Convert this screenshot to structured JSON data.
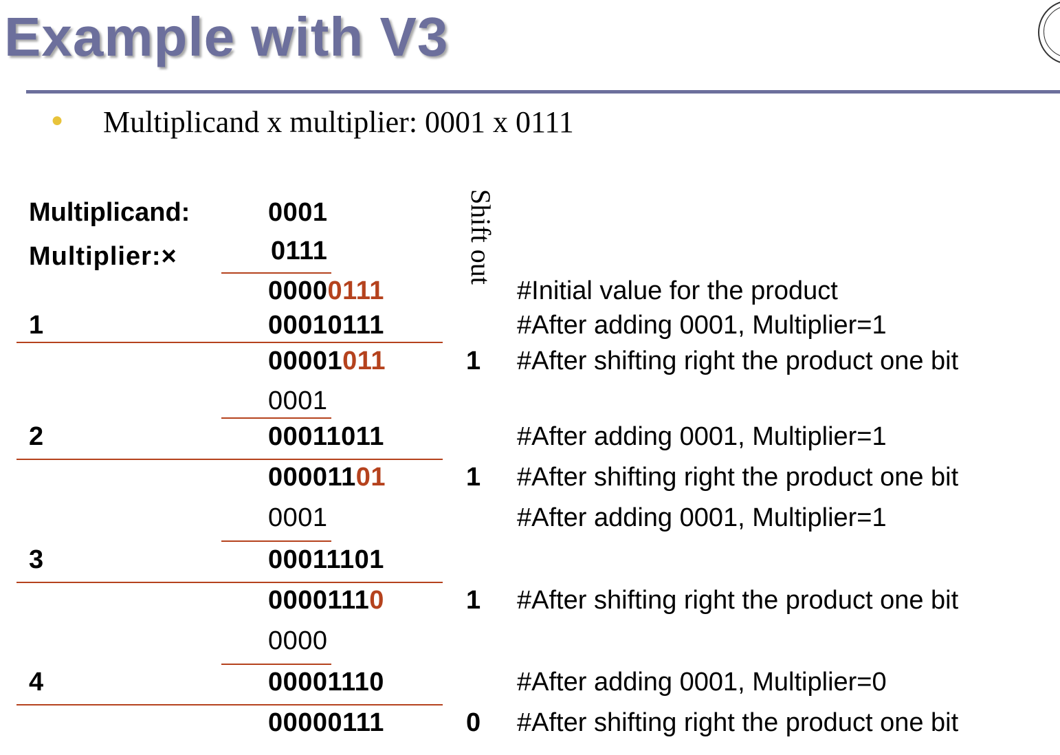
{
  "title": "Example with V3",
  "bullet": "Multiplicand x multiplier: 0001 x 0111",
  "multiplicand_label": "Multiplicand:",
  "multiplicand_value": "0001",
  "multiplier_label": "Multiplier:×",
  "multiplier_value": "0111",
  "shift_out_label": "Shift out",
  "rows": {
    "init": {
      "prefix": "0000",
      "highlight": "0111",
      "comment": "#Initial value for the product"
    },
    "s1_add": {
      "step": "1",
      "value": "00010111",
      "comment": "#After adding 0001, Multiplier=1"
    },
    "s1_shift": {
      "prefix": "00001",
      "highlight": "011",
      "bit": "1",
      "comment": "#After shifting right the product one bit"
    },
    "s2_addend": {
      "value": "0001"
    },
    "s2_add": {
      "step": "2",
      "value": "00011011",
      "comment": "#After adding 0001, Multiplier=1"
    },
    "s2_shift": {
      "prefix": "000011",
      "highlight": "01",
      "bit": "1",
      "comment": "#After shifting right the product one bit"
    },
    "s3_addend": {
      "value": "0001",
      "comment": "#After adding 0001, Multiplier=1"
    },
    "s3_add": {
      "step": "3",
      "value": "00011101"
    },
    "s3_shift": {
      "prefix": "0000111",
      "highlight": "0",
      "bit": "1",
      "comment": "#After shifting right the product one bit"
    },
    "s4_addend": {
      "value": "0000"
    },
    "s4_add": {
      "step": "4",
      "value": "00001110",
      "comment": "#After adding 0001, Multiplier=0"
    },
    "s4_shift": {
      "value": "00000111",
      "bit": "0",
      "comment": "#After shifting right the product one bit"
    }
  },
  "colors": {
    "title": "#6c6f9c",
    "highlight": "#b5421d",
    "bullet": "#e8c33a"
  }
}
